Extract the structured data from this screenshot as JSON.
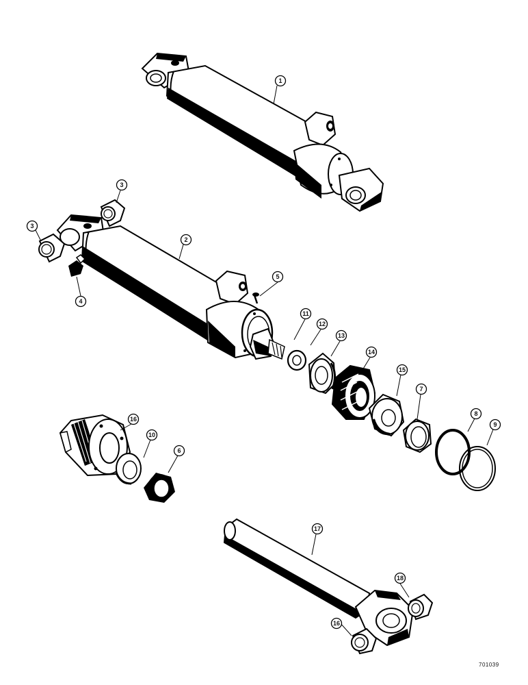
{
  "callouts": {
    "c1": "1",
    "c2": "2",
    "c3a": "3",
    "c3b": "3",
    "c4": "4",
    "c5": "5",
    "c6": "6",
    "c7": "7",
    "c8": "8",
    "c9": "9",
    "c10": "10",
    "c11": "11",
    "c12": "12",
    "c13": "13",
    "c14": "14",
    "c15": "15",
    "c16a": "16",
    "c16b": "16",
    "c17": "17",
    "c18": "18"
  },
  "drawing_number": "701039"
}
